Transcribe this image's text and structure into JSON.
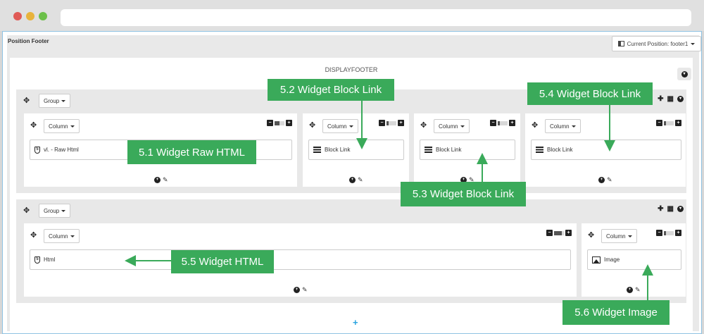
{
  "position": {
    "title": "Position Footer",
    "current_position_label": "Current Position: footer1"
  },
  "hook_name": "DISPLAYFOOTER",
  "groups": [
    {
      "label": "Group",
      "columns": [
        {
          "label": "Column",
          "widget": {
            "icon": "html5-icon",
            "label": "vl. - Raw Html"
          }
        },
        {
          "label": "Column",
          "widget": {
            "icon": "list-icon",
            "label": "Block Link"
          }
        },
        {
          "label": "Column",
          "widget": {
            "icon": "list-icon",
            "label": "Block Link"
          }
        },
        {
          "label": "Column",
          "widget": {
            "icon": "list-icon",
            "label": "Block Link"
          }
        }
      ]
    },
    {
      "label": "Group",
      "columns": [
        {
          "label": "Column",
          "widget": {
            "icon": "html5-icon",
            "label": "Html"
          }
        },
        {
          "label": "Column",
          "widget": {
            "icon": "image-icon",
            "label": "Image"
          }
        }
      ]
    }
  ],
  "callouts": {
    "c51": "5.1 Widget Raw HTML",
    "c52": "5.2 Widget Block Link",
    "c53": "5.3 Widget Block Link",
    "c54": "5.4 Widget Block Link",
    "c55": "5.5 Widget HTML",
    "c56": "5.6 Widget Image"
  },
  "colors": {
    "callout": "#3aaa5a",
    "accent": "#29a3e0",
    "frame_border": "#8fc3e3"
  }
}
